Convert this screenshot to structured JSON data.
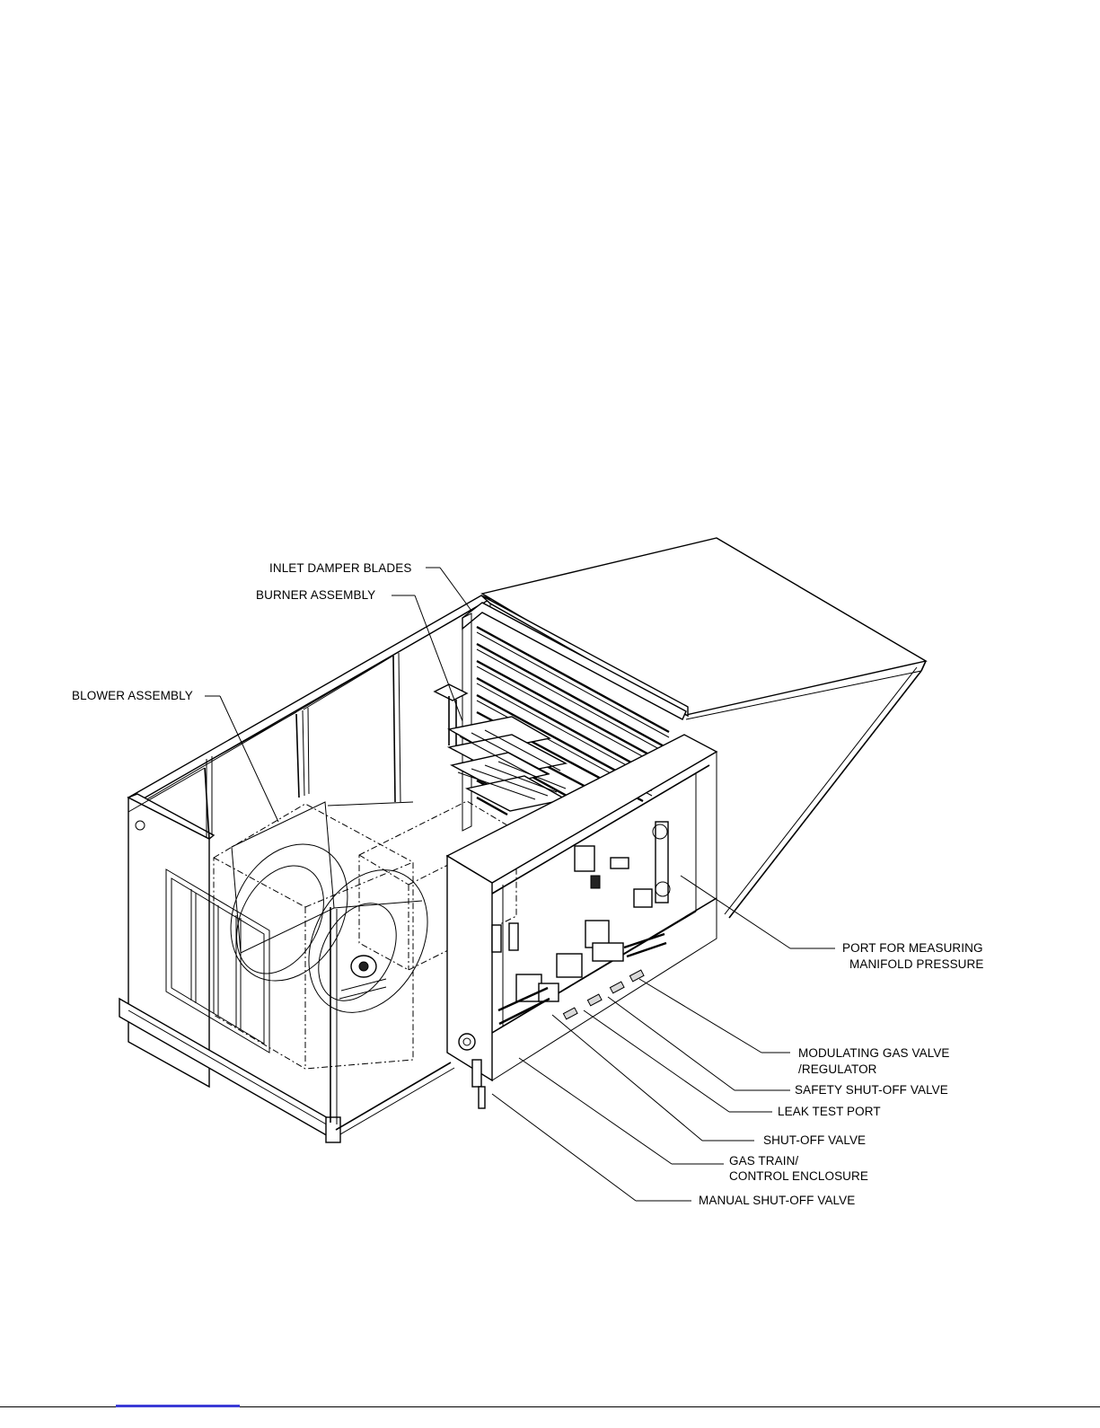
{
  "labels": {
    "inlet_damper_blades": "INLET DAMPER BLADES",
    "burner_assembly": "BURNER ASSEMBLY",
    "blower_assembly": "BLOWER ASSEMBLY",
    "port_manifold_1": "PORT FOR MEASURING",
    "port_manifold_2": "MANIFOLD PRESSURE",
    "modulating_valve_1": "MODULATING GAS VALVE",
    "modulating_valve_2": "/REGULATOR",
    "safety_shutoff": "SAFETY SHUT-OFF VALVE",
    "leak_test_port": "LEAK TEST PORT",
    "shutoff_valve": "SHUT-OFF VALVE",
    "gas_train_1": "GAS TRAIN/",
    "gas_train_2": "CONTROL ENCLOSURE",
    "manual_shutoff": "MANUAL SHUT-OFF VALVE"
  },
  "colors": {
    "line": "#000000",
    "background": "#ffffff",
    "footer_link": "#3b3bd6"
  }
}
